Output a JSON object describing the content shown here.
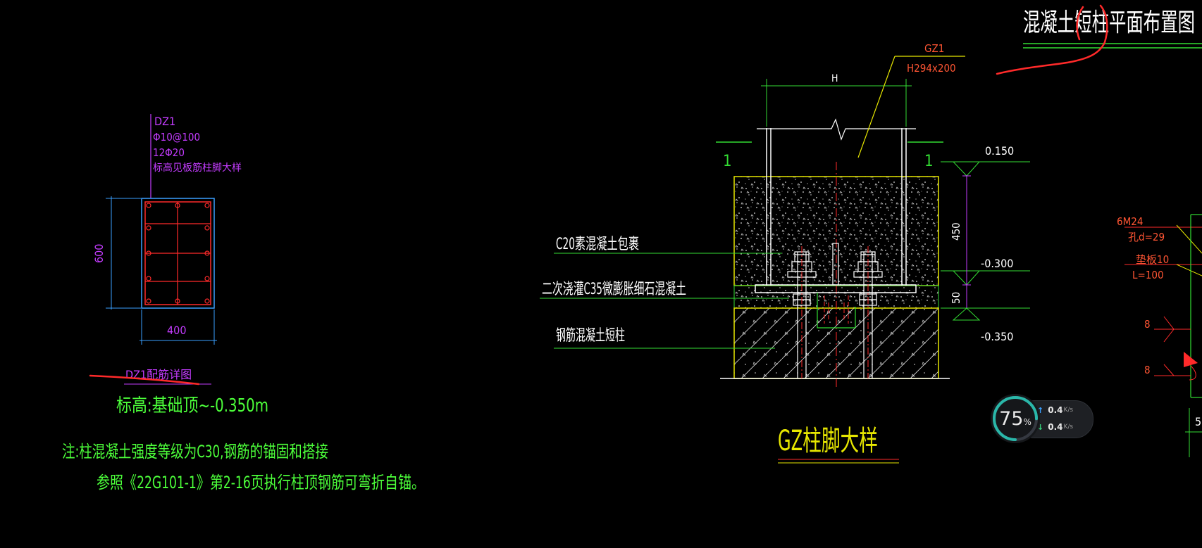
{
  "plan_title": "混凝土短柱平面布置图",
  "dz1": {
    "label": "DZ1",
    "stirrup": "Φ10@100",
    "main_bars": "12Φ20",
    "note": "标高见板筋柱脚大样",
    "dim_height": "600",
    "dim_width": "400",
    "caption": "DZ1配筋详图",
    "elevation": "标高:基础顶~-0.350m"
  },
  "notes": {
    "line1": "注:柱混凝土强度等级为C30,钢筋的锚固和搭接",
    "line2": "参照《22G101-1》第2-16页执行柱顶钢筋可弯折自锚。"
  },
  "gz": {
    "member": "GZ1",
    "section": "H294x200",
    "dim_h": "H",
    "cut_left": "1",
    "cut_right": "1",
    "elev_top": "0.150",
    "elev_mid": "-0.300",
    "elev_bot": "-0.350",
    "dim_450": "450",
    "dim_50": "50",
    "label_c20": "C20素混凝土包裹",
    "label_c35": "二次浇灌C35微膨胀细石混凝土",
    "label_rc": "钢筋混凝土短柱",
    "caption": "GZ柱脚大样"
  },
  "right_detail": {
    "bolts": "6M24",
    "hole": "孔d=29",
    "washer": "垫板10",
    "length": "L=100",
    "weld_1": "8",
    "weld_2": "8",
    "edge_dim": "5"
  },
  "network": {
    "percent": "75",
    "percent_unit": "%",
    "gauge_fraction": 0.75,
    "up_value": "0.4",
    "up_unit": "K/s",
    "down_value": "0.4",
    "down_unit": "K/s"
  },
  "colors": {
    "background": "#000000",
    "green_text": "#4cff3a",
    "magenta": "#c43cff",
    "red": "#ff2a2a",
    "yellow": "#e6e600",
    "white": "#ffffff",
    "line_green": "#33dd33"
  }
}
